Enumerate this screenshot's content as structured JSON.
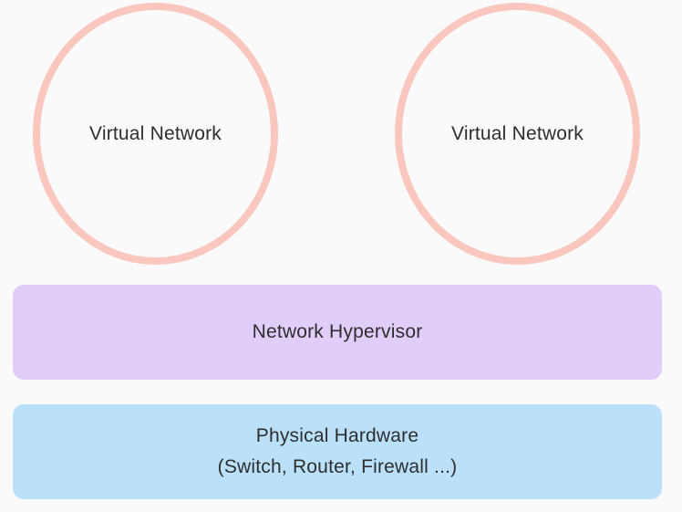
{
  "diagram": {
    "virtual_networks": [
      {
        "label": "Virtual Network"
      },
      {
        "label": "Virtual Network"
      }
    ],
    "hypervisor": {
      "label": "Network Hypervisor"
    },
    "hardware": {
      "label_line1": "Physical Hardware",
      "label_line2": "(Switch, Router, Firewall ...)"
    }
  },
  "colors": {
    "background": "#FAFAFA",
    "circle_stroke": "#FAC7BE",
    "hypervisor_fill": "#E1CDF9",
    "hardware_fill": "#BBE1FA",
    "text": "#2E2E2E"
  }
}
